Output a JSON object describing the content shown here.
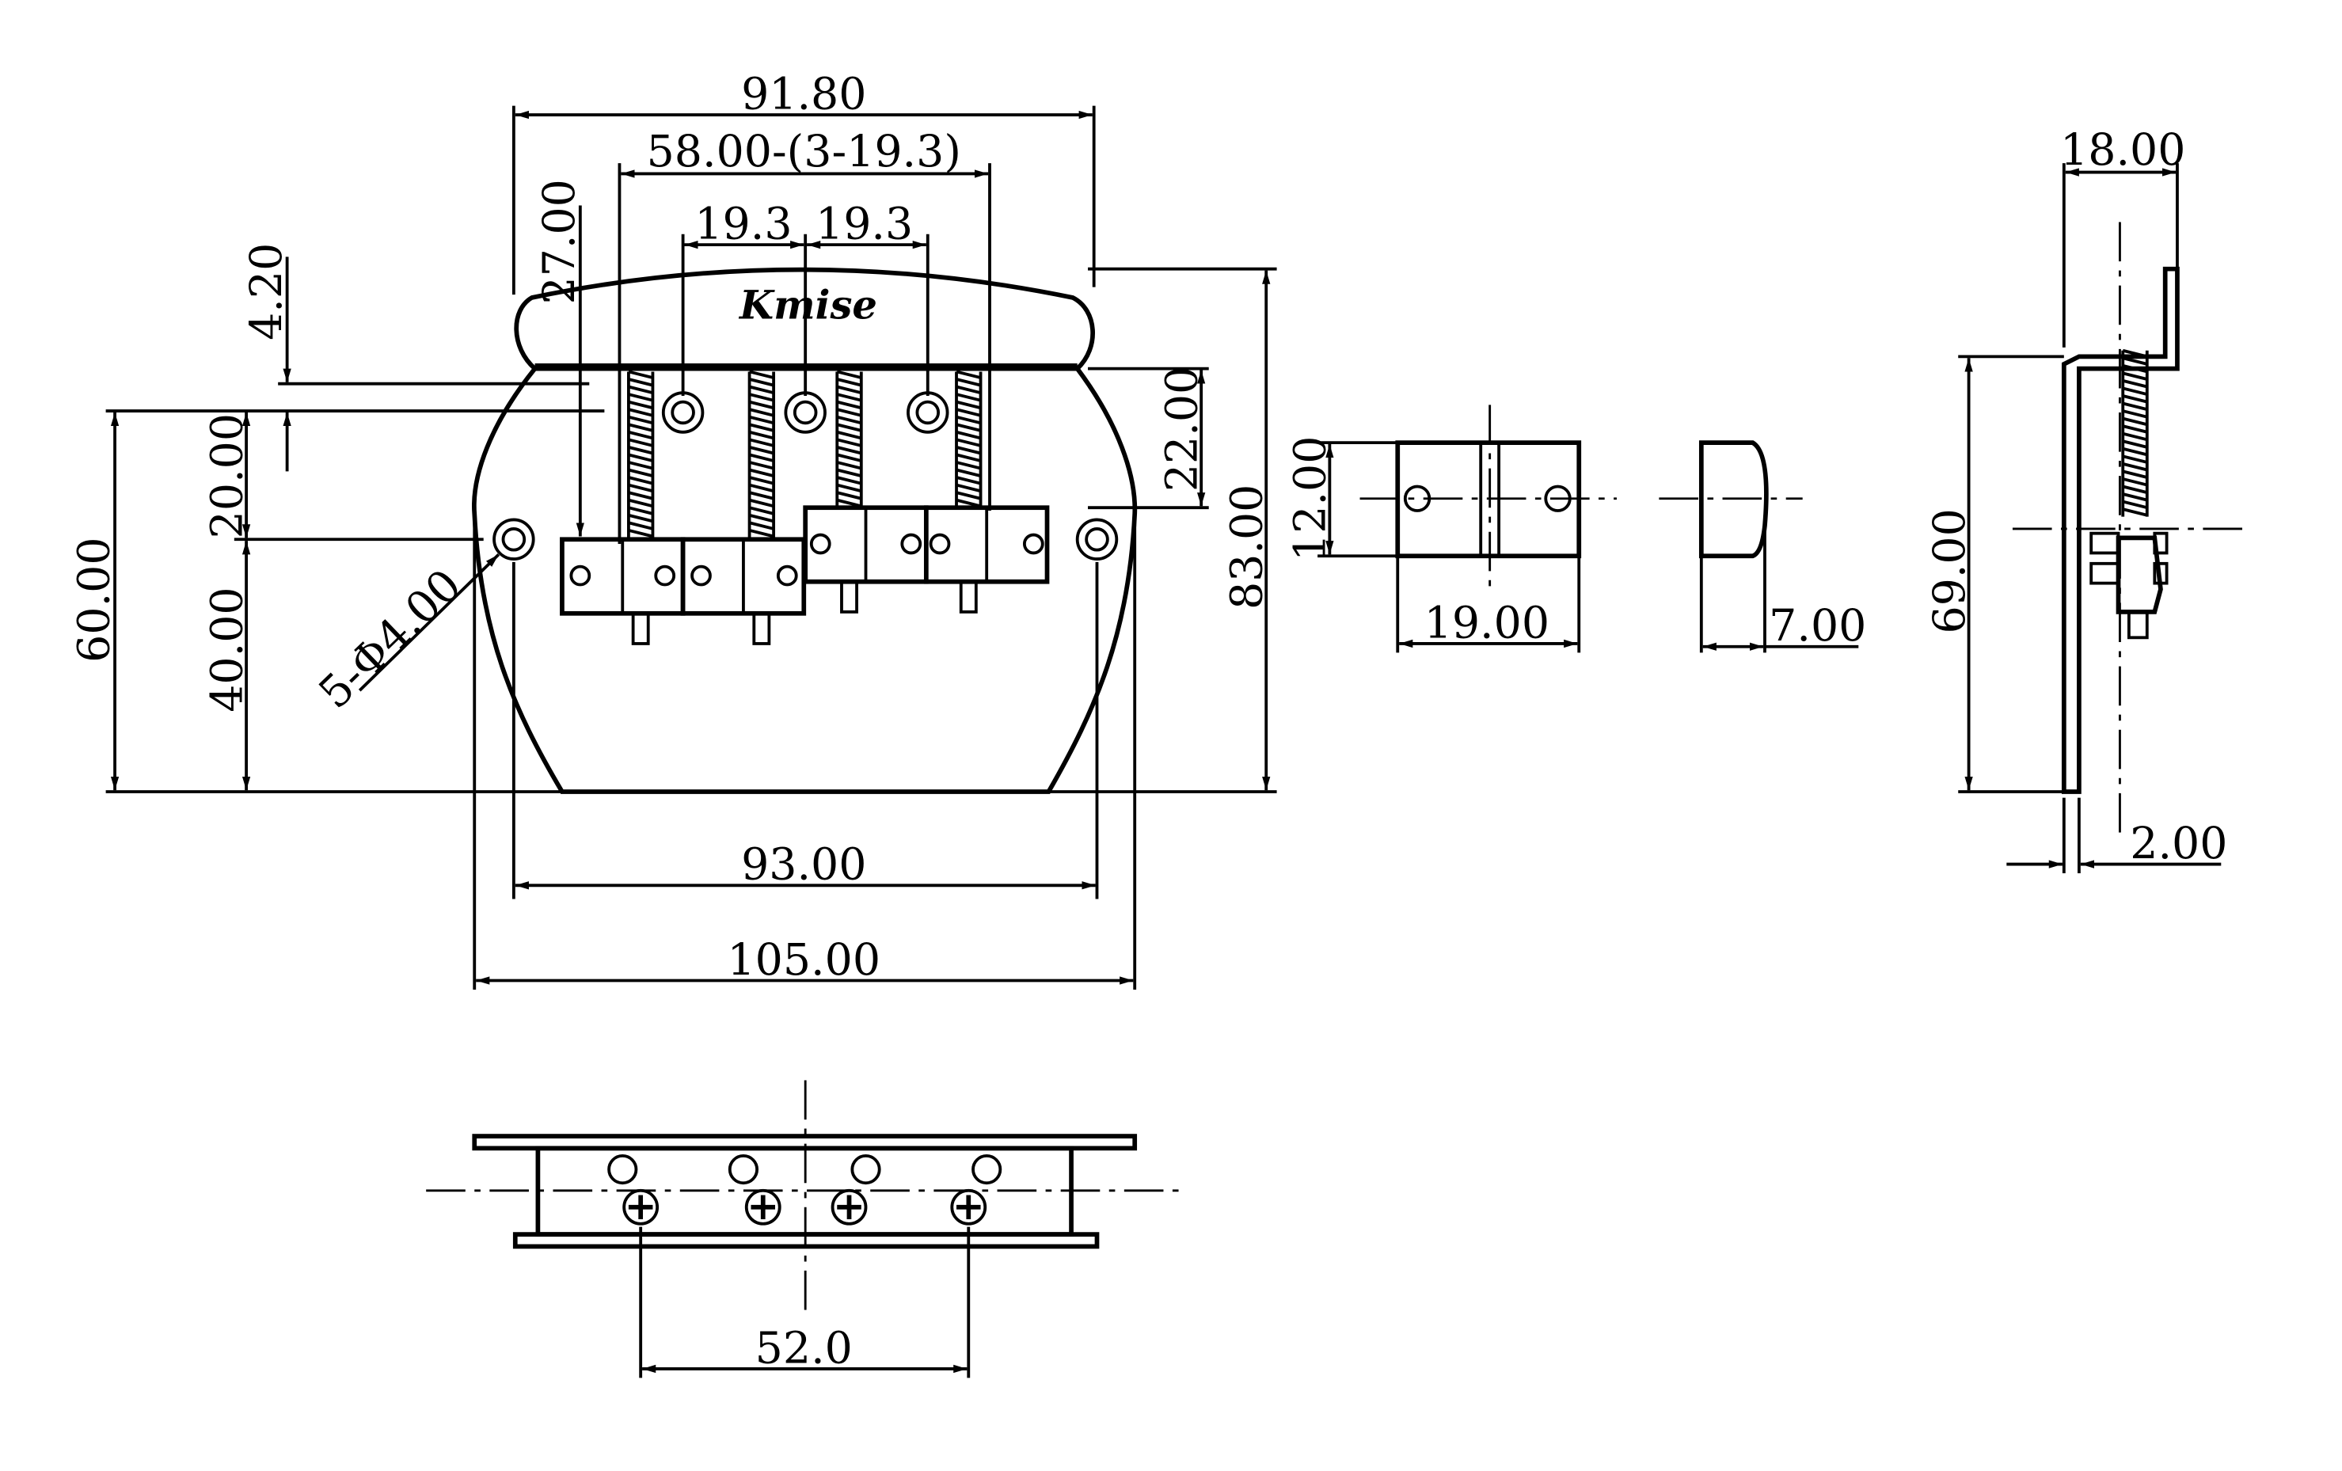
{
  "logo_text": "Kmise",
  "dims": {
    "top_width": "91.80",
    "string_span": "58.00-(3-19.3)",
    "spacing_a": "19.3",
    "spacing_b": "19.3",
    "bridge_height": "27.00",
    "thickness": "4.20",
    "lower_height": "20.00",
    "total_height_left": "60.00",
    "mount_height": "40.00",
    "holes": "5-Φ4.00",
    "base_width": "93.00",
    "overall_width": "105.00",
    "upper_depth": "22.00",
    "overall_height": "83.00",
    "saddle_height": "12.00",
    "saddle_length": "19.00",
    "saddle_width": "7.00",
    "side_depth": "18.00",
    "side_height": "69.00",
    "plate_thickness": "2.00",
    "screw_span": "52.0"
  }
}
